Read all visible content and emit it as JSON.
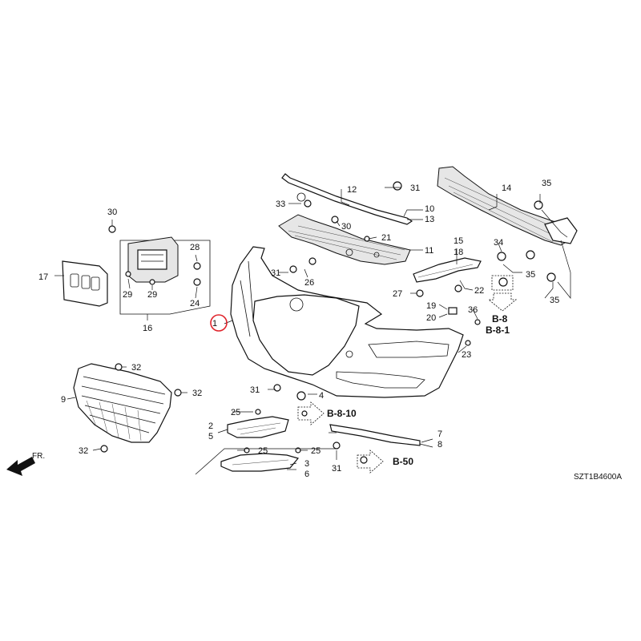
{
  "diagram_code": "SZT1B4600A",
  "front_label": "FR.",
  "highlight_color": "#e0242c",
  "callouts": {
    "n1": "1",
    "n2": "2",
    "n3": "3",
    "n4": "4",
    "n5": "5",
    "n6": "6",
    "n7": "7",
    "n8": "8",
    "n9": "9",
    "n10": "10",
    "n11": "11",
    "n12": "12",
    "n13": "13",
    "n14": "14",
    "n15": "15",
    "n16": "16",
    "n17": "17",
    "n18": "18",
    "n19": "19",
    "n20": "20",
    "n21": "21",
    "n22": "22",
    "n23": "23",
    "n24": "24",
    "n25": "25",
    "n26": "26",
    "n27": "27",
    "n28": "28",
    "n29": "29",
    "n30": "30",
    "n31": "31",
    "n32": "32",
    "n33": "33",
    "n34": "34",
    "n35": "35",
    "n36": "36"
  },
  "references": {
    "b8": "B-8",
    "b81": "B-8-1",
    "b810": "B-8-10",
    "b50": "B-50"
  }
}
